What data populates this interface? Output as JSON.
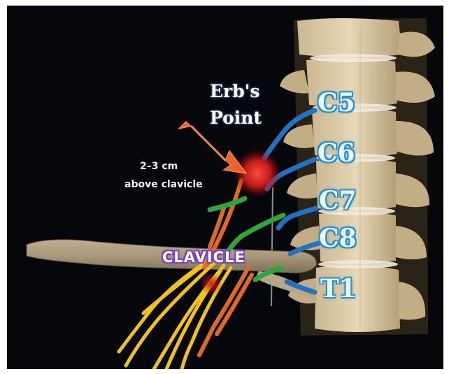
{
  "labels": {
    "erbs_line1": "Erb's",
    "erbs_line2": "Point",
    "distance_line1": "2–3 cm",
    "distance_line2": "above clavicle",
    "clavicle": "CLAVICLE",
    "roots": [
      "C5",
      "C6",
      "C7",
      "C8",
      "T1"
    ]
  },
  "colors": {
    "background": "#05070b",
    "bone": "#d9c8a5",
    "erbs_point": "#e02020",
    "arrow": "#e8622c",
    "nerve_root": "#1f73c2",
    "nerve_green": "#2fa63a",
    "nerve_orange": "#e06a1f",
    "nerve_yellow": "#f2c21a"
  }
}
